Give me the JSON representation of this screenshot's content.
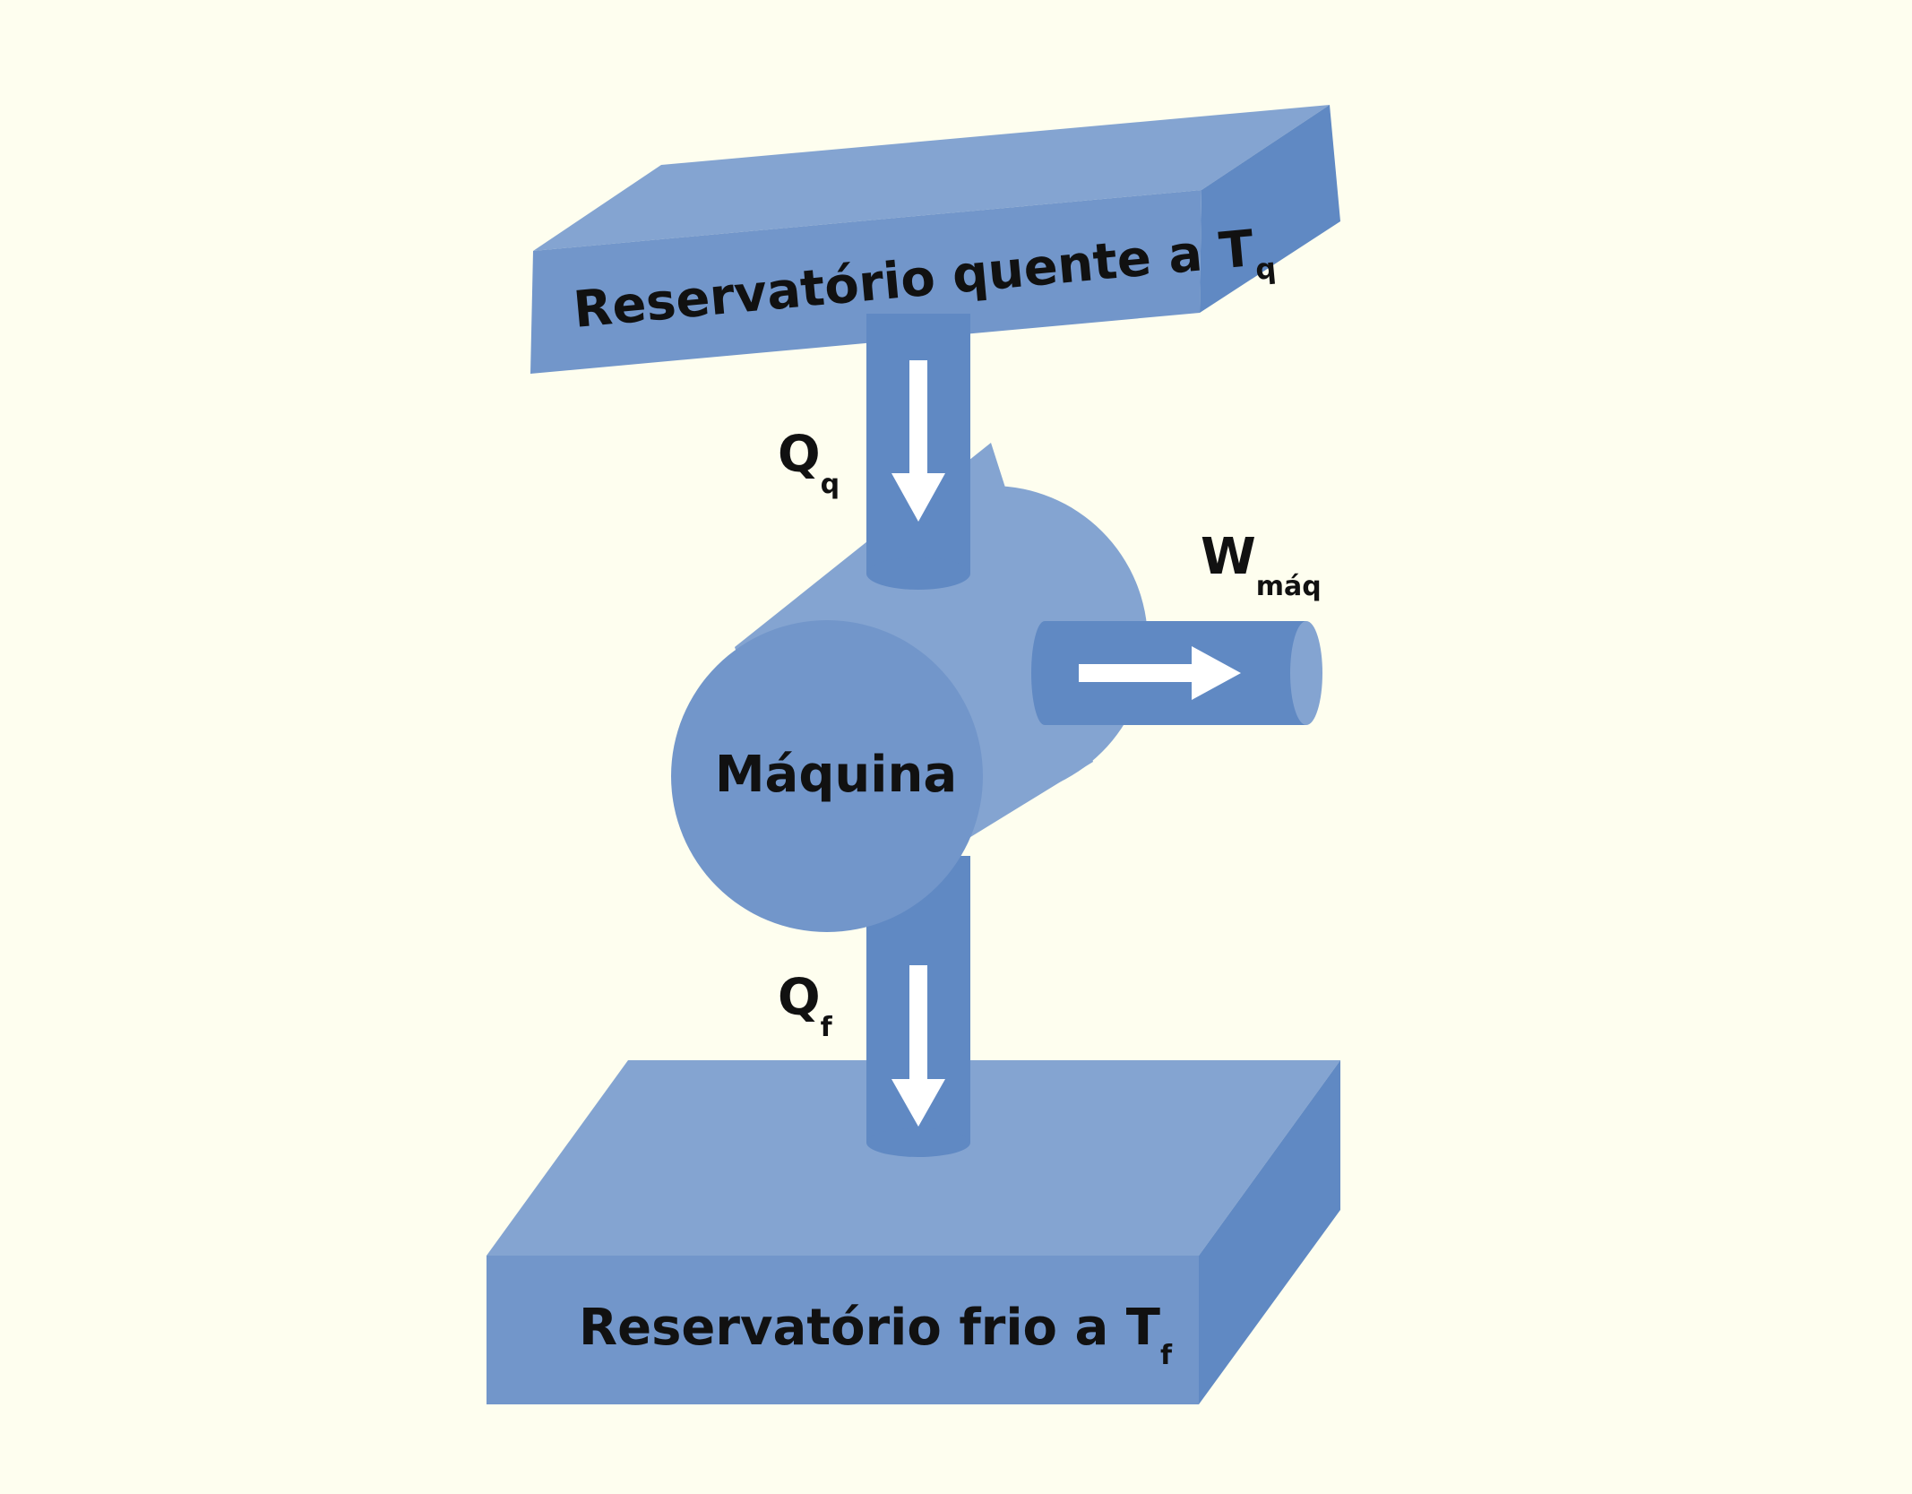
{
  "hot_reservoir": {
    "label": "Reservatório  quente a T",
    "subscript": "q"
  },
  "cold_reservoir": {
    "label": "Reservatório frio a T",
    "subscript": "f"
  },
  "engine": {
    "label": "Máquina"
  },
  "heat_in": {
    "symbol": "Q",
    "subscript": "q"
  },
  "heat_out": {
    "symbol": "Q",
    "subscript": "f"
  },
  "work_out": {
    "symbol": "W",
    "subscript": "máq"
  },
  "colors": {
    "background": "#FEFEEF",
    "light": "#84A4D1",
    "medium": "#7296CA",
    "dark": "#6089C3",
    "arrow": "#FFFFFF",
    "text": "#111111"
  },
  "icons": [
    "arrow-down-icon",
    "arrow-right-icon"
  ]
}
